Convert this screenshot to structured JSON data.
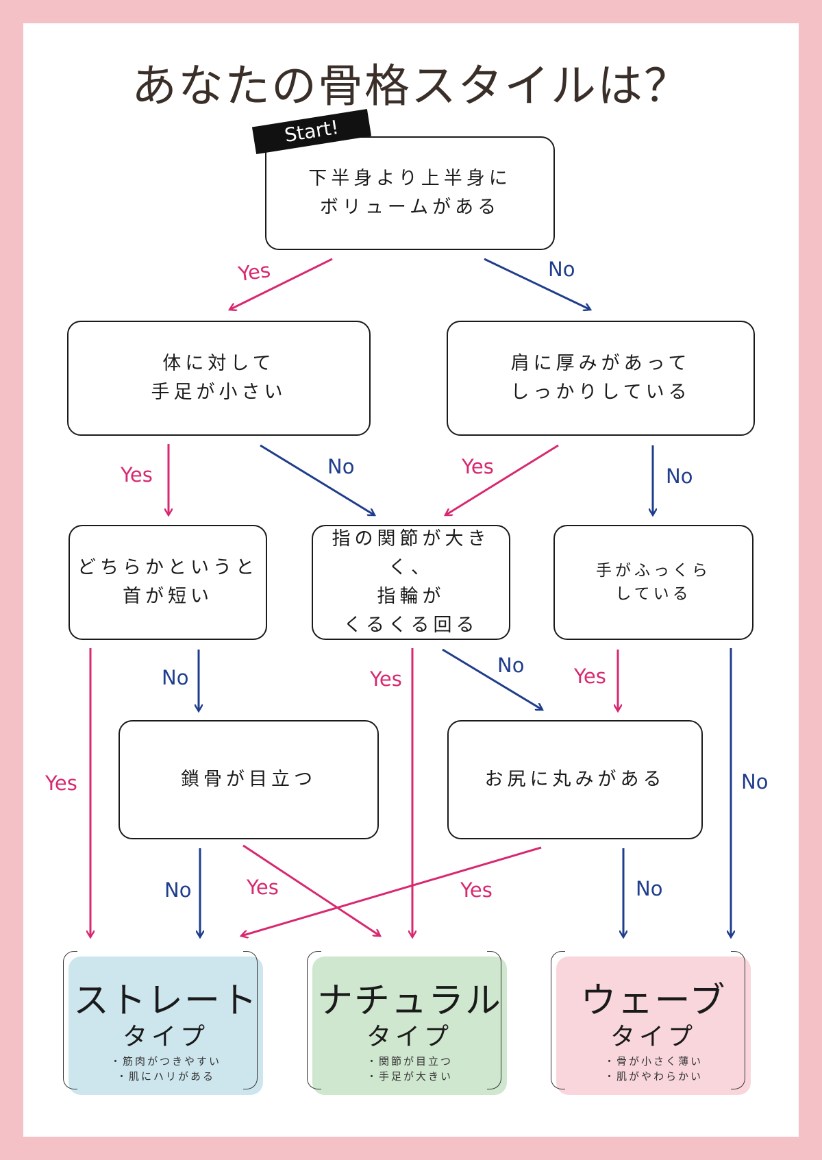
{
  "title": "あなたの骨格スタイルは？",
  "start_label": "Start!",
  "colors": {
    "yes": "#d8286f",
    "no": "#1f3d8c",
    "frame": "#f4c2c6"
  },
  "questions": {
    "q1": [
      "下半身より上半身に",
      "ボリュームがある"
    ],
    "q2": [
      "体に対して",
      "手足が小さい"
    ],
    "q3": [
      "肩に厚みがあって",
      "しっかりしている"
    ],
    "q4": [
      "どちらかというと",
      "首が短い"
    ],
    "q5": [
      "指の関節が大きく、",
      "指輪が",
      "くるくる回る"
    ],
    "q6": [
      "手がふっくら",
      "している"
    ],
    "q7": [
      "鎖骨が目立つ"
    ],
    "q8": [
      "お尻に丸みがある"
    ]
  },
  "labels": {
    "yes": "Yes",
    "no": "No"
  },
  "results": [
    {
      "name": "ストレート",
      "type": "タイプ",
      "points": [
        "・筋肉がつきやすい",
        "・肌にハリがある"
      ],
      "color": "#cde6ee"
    },
    {
      "name": "ナチュラル",
      "type": "タイプ",
      "points": [
        "・関節が目立つ",
        "・手足が大きい"
      ],
      "color": "#cfe6cf"
    },
    {
      "name": "ウェーブ",
      "type": "タイプ",
      "points": [
        "・骨が小さく薄い",
        "・肌がやわらかい"
      ],
      "color": "#f8d6dc"
    }
  ]
}
